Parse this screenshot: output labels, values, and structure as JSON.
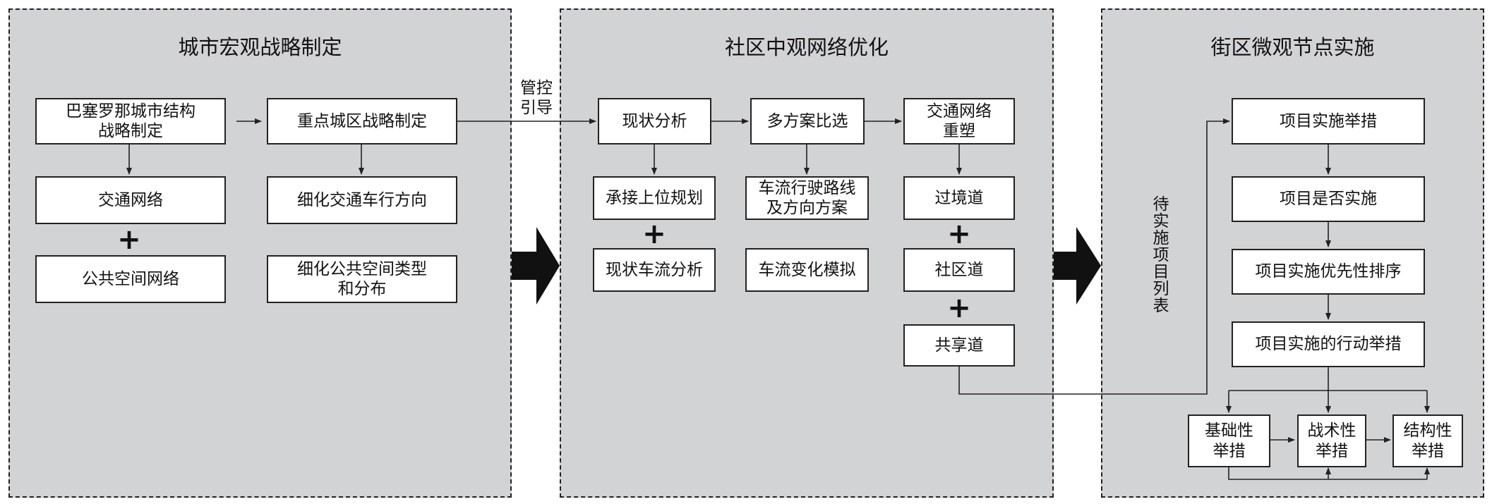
{
  "panels": {
    "macro": {
      "title": "城市宏观战略制定",
      "boxes": {
        "barcelona": "巴塞罗那城市结构\n战略制定",
        "key_district": "重点城区战略制定",
        "traffic_network": "交通网络",
        "public_space_network": "公共空间网络",
        "refine_traffic": "细化交通车行方向",
        "refine_public": "细化公共空间类型\n和分布"
      },
      "plus": "+"
    },
    "meso": {
      "title": "社区中观网络优化",
      "boxes": {
        "status_analysis": "现状分析",
        "multi_plan": "多方案比选",
        "reshape": "交通网络\n重塑",
        "inherit": "承接上位规划",
        "traffic_flow": "现状车流分析",
        "route_plan": "车流行驶路线\n及方向方案",
        "flow_sim": "车流变化模拟",
        "through_road": "过境道",
        "community_road": "社区道",
        "shared_road": "共享道"
      },
      "plus": "+"
    },
    "micro": {
      "title": "街区微观节点实施",
      "boxes": {
        "measures": "项目实施举措",
        "whether": "项目是否实施",
        "priority": "项目实施优先性排序",
        "actions": "项目实施的行动举措",
        "basic": "基础性\n举措",
        "tactical": "战术性\n举措",
        "structural": "结构性\n举措"
      },
      "pending_list_label": "待实施项目列表"
    }
  },
  "guide_label": "管控\n引导",
  "colors": {
    "panel_bg": "#d2d3d5",
    "line": "#222222",
    "box_bg": "#ffffff"
  }
}
